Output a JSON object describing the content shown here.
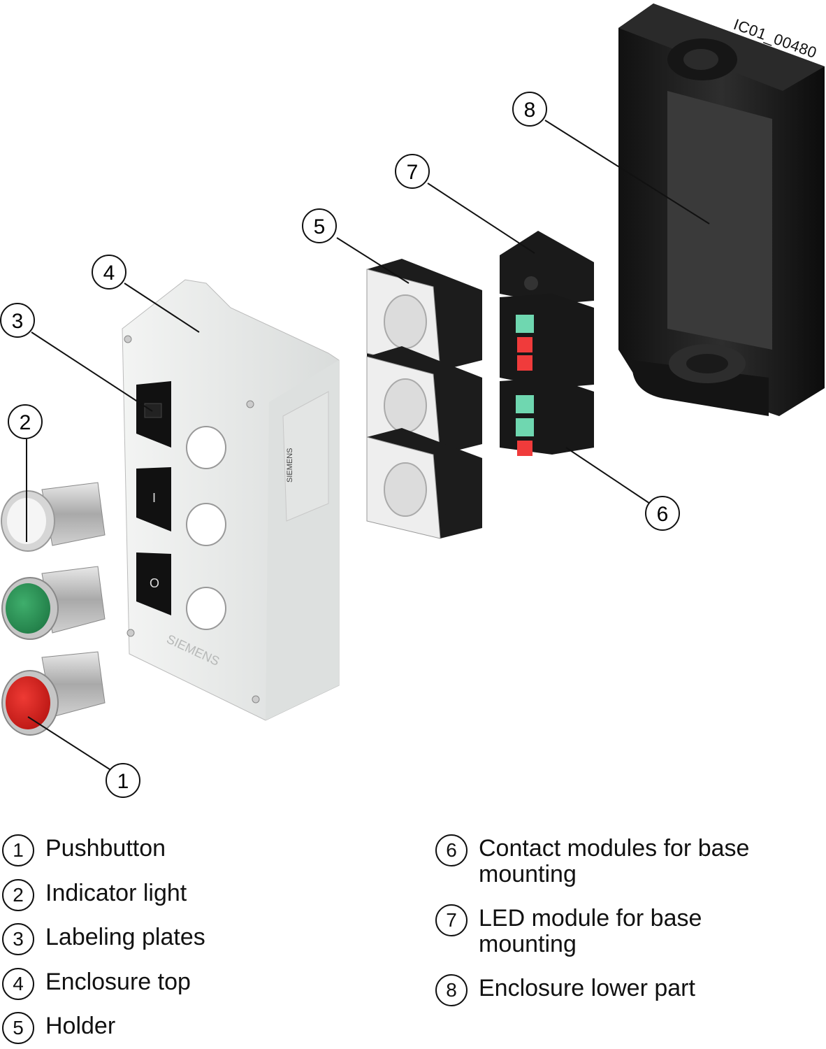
{
  "drawing_id": "IC01_00480",
  "brand_marks": [
    "SIEMENS",
    "SIEMENS"
  ],
  "plate_symbols": [
    "I",
    "O"
  ],
  "callouts": [
    {
      "number": "1"
    },
    {
      "number": "2"
    },
    {
      "number": "3"
    },
    {
      "number": "4"
    },
    {
      "number": "5"
    },
    {
      "number": "6"
    },
    {
      "number": "7"
    },
    {
      "number": "8"
    }
  ],
  "legend": [
    {
      "number": "1",
      "label": "Pushbutton"
    },
    {
      "number": "2",
      "label": "Indicator light"
    },
    {
      "number": "3",
      "label": "Labeling plates"
    },
    {
      "number": "4",
      "label": "Enclosure top"
    },
    {
      "number": "5",
      "label": "Holder"
    },
    {
      "number": "6",
      "label": "Contact modules for base mounting"
    },
    {
      "number": "7",
      "label": "LED module for base mounting"
    },
    {
      "number": "8",
      "label": "Enclosure lower part"
    }
  ],
  "colors": {
    "pushbutton_red": "#e0221e",
    "pushbutton_green": "#2f9a5a",
    "enclosure_top": "#e9ebea",
    "enclosure_lower": "#1e1e1e",
    "contact_green": "#6fd7b0",
    "contact_red": "#f03b3b"
  }
}
